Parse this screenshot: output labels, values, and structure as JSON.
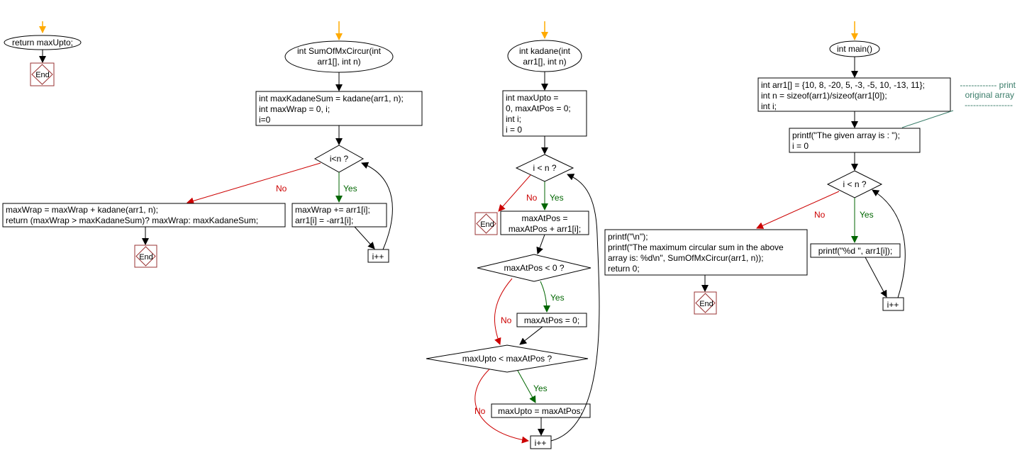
{
  "colors": {
    "start_arrow": "#ffaa00",
    "yes_arrow": "#006600",
    "no_arrow": "#cc0000",
    "flow_arrow": "#000000",
    "end_border": "#993333",
    "comment": "#3b7d6a"
  },
  "flow_return": {
    "terminal": "return maxUpto;",
    "end": "End"
  },
  "flow_sumofmxcircur": {
    "start": [
      "int SumOfMxCircur(int",
      "arr1[], int n)"
    ],
    "init": [
      "int maxKadaneSum = kadane(arr1, n);",
      "int maxWrap = 0, i;",
      "i=0"
    ],
    "condition": "i<n ?",
    "no_label": "No",
    "yes_label": "Yes",
    "no_block": [
      "maxWrap = maxWrap + kadane(arr1, n);",
      "return (maxWrap > maxKadaneSum)? maxWrap: maxKadaneSum;"
    ],
    "yes_block": [
      "maxWrap += arr1[i];",
      "arr1[i] = -arr1[i];"
    ],
    "increment": "i++",
    "end": "End"
  },
  "flow_kadane": {
    "start": [
      "int kadane(int",
      "arr1[], int n)"
    ],
    "init": [
      "int maxUpto =",
      "0, maxAtPos = 0;",
      "int i;",
      "i = 0"
    ],
    "condition": "i < n ?",
    "no_label": "No",
    "yes_label": "Yes",
    "end": "End",
    "update": [
      "maxAtPos =",
      "maxAtPos + arr1[i];"
    ],
    "cond2": "maxAtPos < 0 ?",
    "cond2_yes": "Yes",
    "cond2_no": "No",
    "reset": "maxAtPos = 0;",
    "cond3": "maxUpto < maxAtPos ?",
    "cond3_yes": "Yes",
    "cond3_no": "No",
    "assign": "maxUpto = maxAtPos;",
    "increment": "i++"
  },
  "flow_main": {
    "start": "int main()",
    "init": [
      "int arr1[] = {10, 8, -20, 5, -3, -5, 10, -13, 11};",
      "int n = sizeof(arr1)/sizeof(arr1[0]);",
      "int i;"
    ],
    "comment": [
      "------------- print",
      "original array",
      "-----------------"
    ],
    "print_header": [
      "printf(\"The given array is :  \");",
      "i = 0"
    ],
    "condition": "i < n ?",
    "no_label": "No",
    "yes_label": "Yes",
    "no_block": [
      "printf(\"\\n\");",
      "printf(\"The maximum circular sum in the above",
      "array is:  %d\\n\", SumOfMxCircur(arr1, n));",
      "return 0;"
    ],
    "yes_block": "printf(\"%d  \", arr1[i]);",
    "increment": "i++",
    "end": "End"
  }
}
